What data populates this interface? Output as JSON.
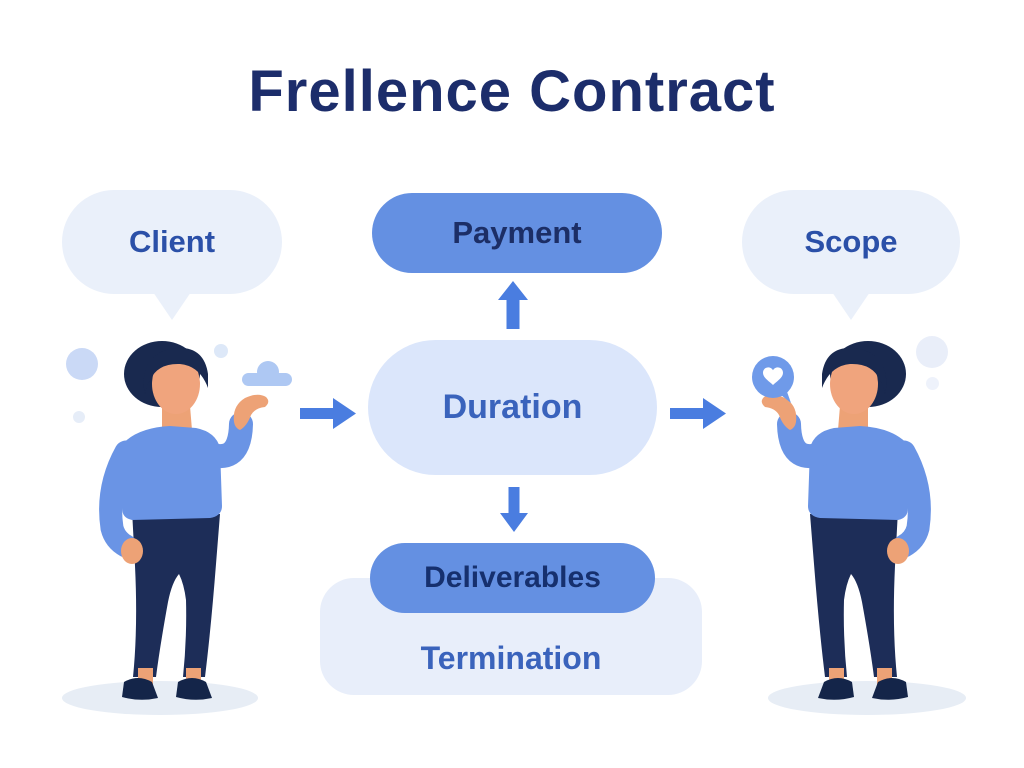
{
  "title": "Frellence Contract",
  "speech_bubbles": {
    "client": {
      "label": "Client"
    },
    "scope": {
      "label": "Scope"
    }
  },
  "flow": {
    "payment": {
      "label": "Payment"
    },
    "duration": {
      "label": "Duration"
    },
    "deliverables": {
      "label": "Deliverables"
    },
    "termination": {
      "label": "Termination"
    }
  },
  "icons": {
    "arrow_up": "arrow-up",
    "arrow_down": "arrow-down",
    "arrow_into_duration": "arrow-right",
    "arrow_out_of_duration": "arrow-right",
    "heart_bubble": "heart-in-chat-bubble",
    "cloud": "cloud",
    "dots": "decorative-circles"
  },
  "figures": {
    "left_person": "man-in-blue-sweater-presenting-right",
    "right_person": "man-in-blue-sweater-presenting-left"
  },
  "colors": {
    "title_text": "#1c2d6b",
    "solid_pill": "#6490e2",
    "solid_pill_text": "#1c2e66",
    "light_pill": "#dbe6fb",
    "light_pill_text": "#3a63bc",
    "bubble_bg": "#eaf0fa",
    "bubble_text": "#2b50a8",
    "panel_bg": "#e8eefa",
    "arrow": "#4a7de0",
    "sweater": "#6a94e5",
    "skin": "#f0a47d",
    "navy": "#1e2e58",
    "shadow": "#e7edf5",
    "heart_bubble": "#6f9ae9"
  }
}
